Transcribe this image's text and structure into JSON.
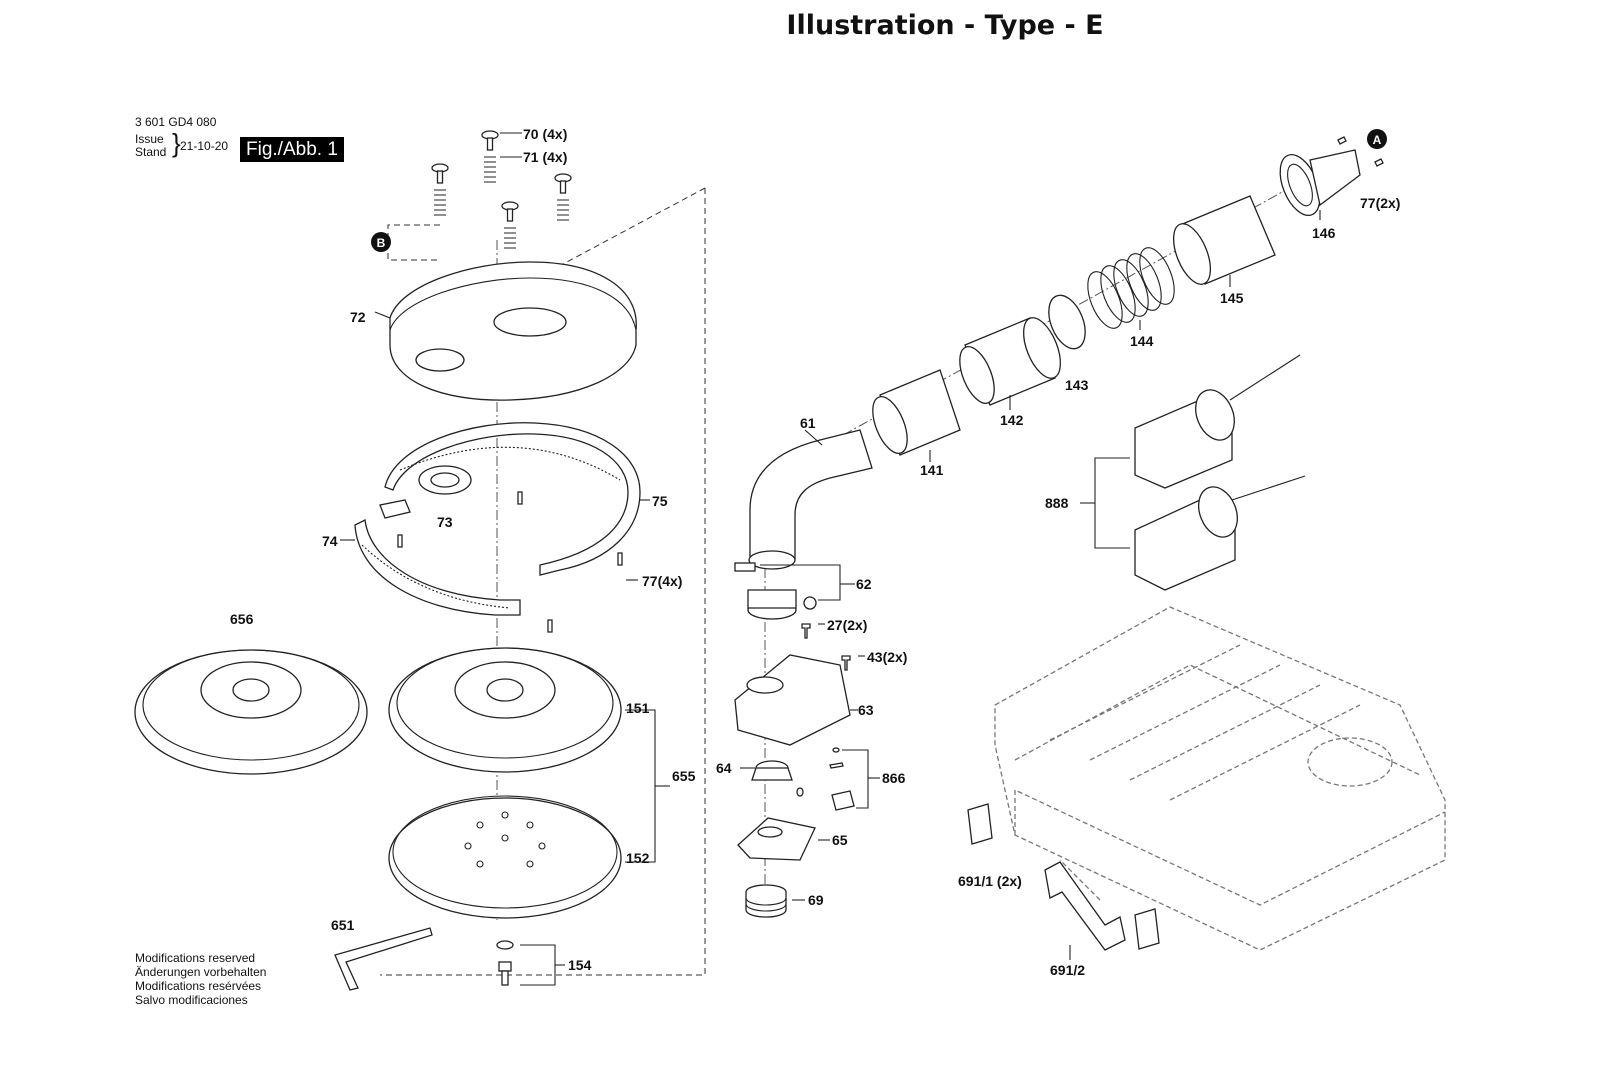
{
  "title": "Illustration - Type - E",
  "header": {
    "model": "3 601 GD4 080",
    "issue_label": "Issue",
    "stand_label": "Stand",
    "date": "21-10-20",
    "figure": "Fig./Abb. 1"
  },
  "markers": {
    "a": "A",
    "b": "B"
  },
  "labels": {
    "p70": "70 (4x)",
    "p71": "71 (4x)",
    "p72": "72",
    "p73": "73",
    "p74": "74",
    "p75": "75",
    "p77a": "77(4x)",
    "p656": "656",
    "p151": "151",
    "p655": "655",
    "p152": "152",
    "p651": "651",
    "p154": "154",
    "p61": "61",
    "p62": "62",
    "p27": "27(2x)",
    "p43": "43(2x)",
    "p63": "63",
    "p64": "64",
    "p866": "866",
    "p65": "65",
    "p69": "69",
    "p141": "141",
    "p142": "142",
    "p143": "143",
    "p144": "144",
    "p145": "145",
    "p146": "146",
    "p77b": "77(2x)",
    "p888": "888",
    "p691_1": "691/1 (2x)",
    "p691_2": "691/2"
  },
  "modifications": [
    "Modifications reserved",
    "Änderungen vorbehalten",
    "Modifications resérvées",
    "Salvo modificaciones"
  ]
}
